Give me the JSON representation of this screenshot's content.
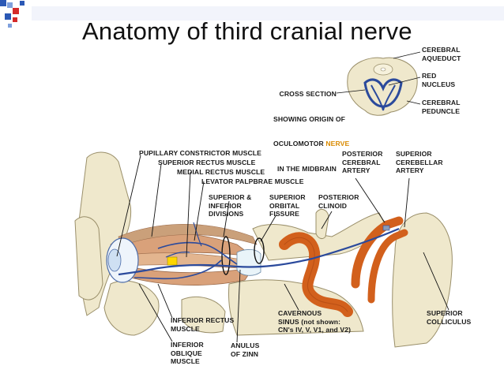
{
  "title": "Anatomy of third cranial nerve",
  "colors": {
    "nerve": "#2b4a9c",
    "artery": "#d2601c",
    "bone": "#efe8cc",
    "bone_outline": "#9a8f6a",
    "corner_blue": "#2b58b5",
    "corner_red": "#d42a2a"
  },
  "inset": {
    "caption_line1": "CROSS SECTION",
    "caption_line2": "SHOWING ORIGIN OF",
    "caption_line3_prefix": "OCULOMOTOR ",
    "caption_line3_highlight": "NERVE",
    "caption_line4": "IN THE MIDBRAIN",
    "cerebral_aqueduct": "CEREBRAL\nAQUEDUCT",
    "red_nucleus": "RED\nNUCLEUS",
    "cerebral_peduncle": "CEREBRAL\nPEDUNCLE"
  },
  "labels": {
    "pupillary_constrictor": "PUPILLARY CONSTRICTOR MUSCLE",
    "superior_rectus": "SUPERIOR RECTUS MUSCLE",
    "medial_rectus": "MEDIAL RECTUS MUSCLE",
    "levator_palpebrae": "LEVATOR PALPBRAE MUSCLE",
    "superior_inferior_divisions": "SUPERIOR &\nINFERIOR\nDIVISIONS",
    "superior_orbital_fissure": "SUPERIOR\nORBITAL\nFISSURE",
    "posterior_clinoid": "POSTERIOR\nCLINOID",
    "posterior_cerebral_artery": "POSTERIOR\nCEREBRAL\nARTERY",
    "superior_cerebellar_artery": "SUPERIOR\nCEREBELLAR\nARTERY",
    "inferior_rectus": "INFERIOR RECTUS\nMUSCLE",
    "inferior_oblique": "INFERIOR\nOBLIQUE\nMUSCLE",
    "anulus_of_zinn": "ANULUS\nOF ZINN",
    "cavernous_sinus": "CAVERNOUS\nSINUS (not shown:\nCN's IV, V, V1, and V2)",
    "superior_colliculus": "SUPERIOR\nCOLLICULUS"
  }
}
